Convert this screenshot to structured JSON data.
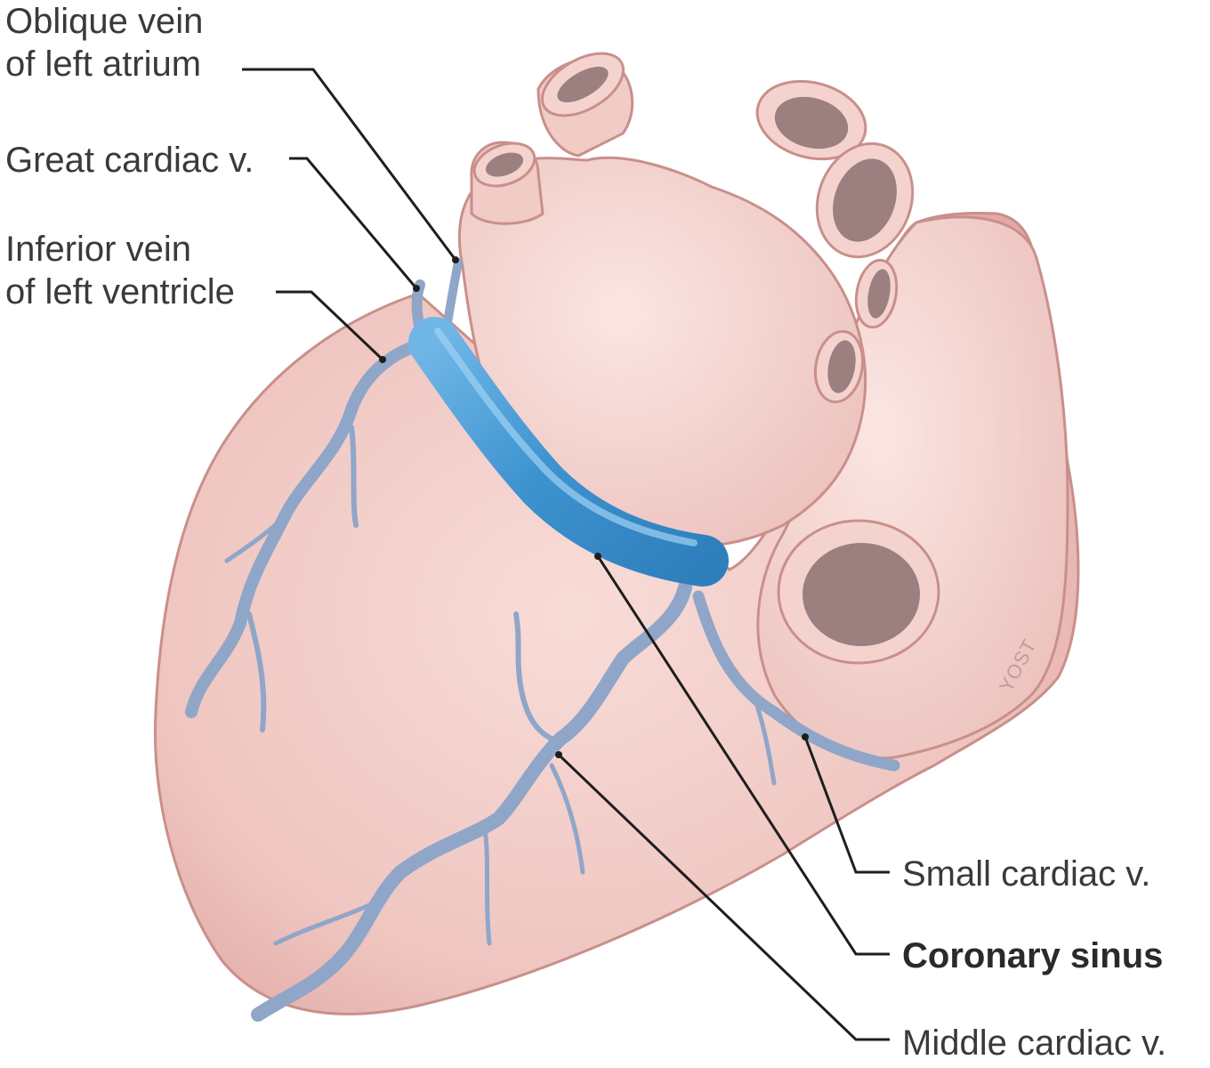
{
  "labels": {
    "oblique_vein_line1": "Oblique vein",
    "oblique_vein_line2": "of left atrium",
    "great_cardiac": "Great cardiac v.",
    "inferior_vein_line1": "Inferior vein",
    "inferior_vein_line2": "of left ventricle",
    "small_cardiac": "Small cardiac v.",
    "coronary_sinus": "Coronary sinus",
    "middle_cardiac": "Middle cardiac v."
  },
  "signature": "YOST",
  "colors": {
    "heart_fill": "#f2cdc8",
    "heart_outline": "#c98f8b",
    "vessel_interior": "#9c7f7f",
    "sinus_blue": "#3f95d0",
    "vein_blue": "#8fa6c8",
    "leader_line": "#1e1e1e"
  }
}
